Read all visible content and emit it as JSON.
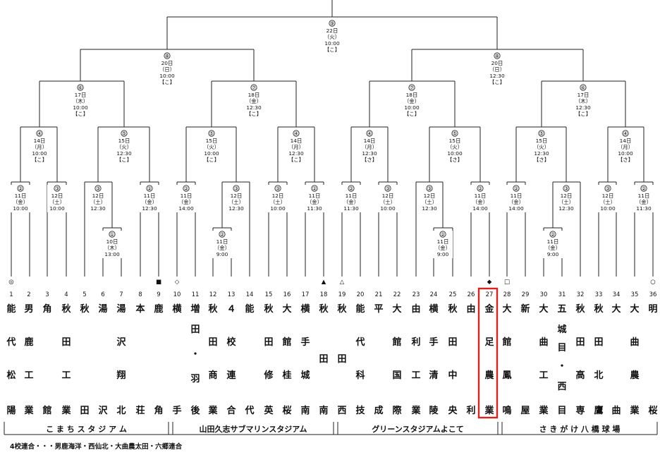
{
  "matches": [
    {
      "id": "f",
      "no": "⑨",
      "day": "22日",
      "wd": "（火）",
      "time": "10:00",
      "venue": "【こ】"
    },
    {
      "id": "sL",
      "no": "⑧",
      "day": "20日",
      "wd": "（日）",
      "time": "10:00",
      "venue": "【こ】"
    },
    {
      "id": "sR",
      "no": "⑧",
      "day": "20日",
      "wd": "（日）",
      "time": "12:30",
      "venue": "【こ】"
    },
    {
      "id": "q1",
      "no": "⑥",
      "day": "17日",
      "wd": "（木）",
      "time": "10:00",
      "venue": "【こ】"
    },
    {
      "id": "q2",
      "no": "⑦",
      "day": "18日",
      "wd": "（金）",
      "time": "12:30",
      "venue": "【こ】"
    },
    {
      "id": "q3",
      "no": "⑦",
      "day": "18日",
      "wd": "（金）",
      "time": "10:00",
      "venue": "【こ】"
    },
    {
      "id": "q4",
      "no": "⑥",
      "day": "17日",
      "wd": "（木）",
      "time": "12:30",
      "venue": "【こ】"
    },
    {
      "id": "r1",
      "no": "④",
      "day": "14日",
      "wd": "（月）",
      "time": "10:00",
      "venue": "【こ】"
    },
    {
      "id": "r2",
      "no": "⑤",
      "day": "15日",
      "wd": "（火）",
      "time": "12:30",
      "venue": "【こ】"
    },
    {
      "id": "r3",
      "no": "⑤",
      "day": "15日",
      "wd": "（火）",
      "time": "10:00",
      "venue": "【こ】"
    },
    {
      "id": "r4",
      "no": "④",
      "day": "14日",
      "wd": "（月）",
      "time": "12:30",
      "venue": "【こ】"
    },
    {
      "id": "r5",
      "no": "④",
      "day": "14日",
      "wd": "（月）",
      "time": "12:30",
      "venue": "【さ】"
    },
    {
      "id": "r6",
      "no": "⑤",
      "day": "15日",
      "wd": "（火）",
      "time": "10:00",
      "venue": "【さ】"
    },
    {
      "id": "r7",
      "no": "⑤",
      "day": "15日",
      "wd": "（火）",
      "time": "12:30",
      "venue": "【さ】"
    },
    {
      "id": "r8",
      "no": "④",
      "day": "14日",
      "wd": "（月）",
      "time": "10:00",
      "venue": "【さ】"
    },
    {
      "id": "a",
      "no": "②",
      "day": "11日",
      "wd": "（金）",
      "time": "10:00",
      "venue": ""
    },
    {
      "id": "b",
      "no": "③",
      "day": "12日",
      "wd": "（土）",
      "time": "10:00",
      "venue": ""
    },
    {
      "id": "c",
      "no": "③",
      "day": "12日",
      "wd": "（土）",
      "time": "12:30",
      "venue": ""
    },
    {
      "id": "d",
      "no": "①",
      "day": "10日",
      "wd": "（木）",
      "time": "13:00",
      "venue": ""
    },
    {
      "id": "e",
      "no": "②",
      "day": "11日",
      "wd": "（金）",
      "time": "12:30",
      "venue": ""
    },
    {
      "id": "g",
      "no": "②",
      "day": "11日",
      "wd": "（金）",
      "time": "14:00",
      "venue": ""
    },
    {
      "id": "h",
      "no": "③",
      "day": "12日",
      "wd": "（土）",
      "time": "12:30",
      "venue": ""
    },
    {
      "id": "i",
      "no": "②",
      "day": "11日",
      "wd": "（金）",
      "time": "9:00",
      "venue": ""
    },
    {
      "id": "j",
      "no": "③",
      "day": "12日",
      "wd": "（土）",
      "time": "10:00",
      "venue": ""
    },
    {
      "id": "k",
      "no": "②",
      "day": "11日",
      "wd": "（金）",
      "time": "11:30",
      "venue": ""
    },
    {
      "id": "l",
      "no": "②",
      "day": "11日",
      "wd": "（金）",
      "time": "11:30",
      "venue": ""
    },
    {
      "id": "m",
      "no": "③",
      "day": "12日",
      "wd": "（土）",
      "time": "10:00",
      "venue": ""
    },
    {
      "id": "n",
      "no": "③",
      "day": "12日",
      "wd": "（土）",
      "time": "12:30",
      "venue": ""
    },
    {
      "id": "o",
      "no": "②",
      "day": "11日",
      "wd": "（金）",
      "time": "9:00",
      "venue": ""
    },
    {
      "id": "p",
      "no": "②",
      "day": "11日",
      "wd": "（金）",
      "time": "14:00",
      "venue": ""
    },
    {
      "id": "q",
      "no": "②",
      "day": "11日",
      "wd": "（金）",
      "time": "14:00",
      "venue": ""
    },
    {
      "id": "s",
      "no": "③",
      "day": "12日",
      "wd": "（土）",
      "time": "12:30",
      "venue": ""
    },
    {
      "id": "t",
      "no": "②",
      "day": "11日",
      "wd": "（金）",
      "time": "9:00",
      "venue": ""
    },
    {
      "id": "u",
      "no": "③",
      "day": "12日",
      "wd": "（土）",
      "time": "10:00",
      "venue": ""
    },
    {
      "id": "v",
      "no": "②",
      "day": "11日",
      "wd": "（金）",
      "time": "11:30",
      "venue": ""
    }
  ],
  "seed_marks": [
    "◎",
    "■",
    "◇",
    "▲",
    "△",
    "◆",
    "□",
    "○"
  ],
  "teams": [
    {
      "no": "1",
      "name": [
        "能",
        "代",
        "松",
        "陽"
      ]
    },
    {
      "no": "2",
      "name": [
        "男",
        "鹿",
        "工",
        "業"
      ]
    },
    {
      "no": "3",
      "name": [
        "角",
        "",
        "",
        "館"
      ]
    },
    {
      "no": "4",
      "name": [
        "秋",
        "田",
        "工",
        "業"
      ]
    },
    {
      "no": "5",
      "name": [
        "秋",
        "",
        "",
        "田"
      ]
    },
    {
      "no": "6",
      "name": [
        "湯",
        "",
        "",
        "沢"
      ]
    },
    {
      "no": "7",
      "name": [
        "湯",
        "沢",
        "翔",
        "北"
      ]
    },
    {
      "no": "8",
      "name": [
        "本",
        "",
        "",
        "荘"
      ]
    },
    {
      "no": "9",
      "name": [
        "鹿",
        "",
        "",
        "角"
      ]
    },
    {
      "no": "10",
      "name": [
        "横",
        "",
        "",
        "手"
      ]
    },
    {
      "no": "11",
      "name": [
        "増",
        "田",
        "・",
        "羽",
        "後"
      ]
    },
    {
      "no": "12",
      "name": [
        "秋",
        "田",
        "商",
        "業"
      ]
    },
    {
      "no": "13",
      "name": [
        "４",
        "校",
        "連",
        "合"
      ]
    },
    {
      "no": "14",
      "name": [
        "能",
        "",
        "",
        "代"
      ]
    },
    {
      "no": "15",
      "name": [
        "秋",
        "田",
        "修",
        "英"
      ]
    },
    {
      "no": "16",
      "name": [
        "大",
        "館",
        "桂",
        "桜"
      ]
    },
    {
      "no": "17",
      "name": [
        "横",
        "手",
        "城",
        "南"
      ]
    },
    {
      "no": "18",
      "name": [
        "秋",
        "",
        "田",
        "南"
      ]
    },
    {
      "no": "19",
      "name": [
        "秋",
        "",
        "田",
        "西"
      ]
    },
    {
      "no": "20",
      "name": [
        "能",
        "代",
        "科",
        "技"
      ]
    },
    {
      "no": "21",
      "name": [
        "平",
        "",
        "",
        "成"
      ]
    },
    {
      "no": "22",
      "name": [
        "大",
        "館",
        "国",
        "際"
      ]
    },
    {
      "no": "23",
      "name": [
        "由",
        "利",
        "工",
        "業"
      ]
    },
    {
      "no": "24",
      "name": [
        "横",
        "手",
        "清",
        "陵"
      ]
    },
    {
      "no": "25",
      "name": [
        "秋",
        "田",
        "中",
        "央"
      ]
    },
    {
      "no": "26",
      "name": [
        "由",
        "",
        "",
        "利"
      ]
    },
    {
      "no": "27",
      "name": [
        "金",
        "足",
        "農",
        "業"
      ]
    },
    {
      "no": "28",
      "name": [
        "大",
        "館",
        "鳳",
        "鳴"
      ]
    },
    {
      "no": "29",
      "name": [
        "新",
        "",
        "",
        "屋"
      ]
    },
    {
      "no": "30",
      "name": [
        "大",
        "曲",
        "工",
        "業"
      ]
    },
    {
      "no": "31",
      "name": [
        "五",
        "城",
        "目",
        "・",
        "西",
        "目"
      ]
    },
    {
      "no": "32",
      "name": [
        "秋",
        "田",
        "高",
        "専"
      ]
    },
    {
      "no": "33",
      "name": [
        "秋",
        "田",
        "北",
        "鷹"
      ]
    },
    {
      "no": "34",
      "name": [
        "大",
        "",
        "",
        "曲"
      ]
    },
    {
      "no": "35",
      "name": [
        "大",
        "曲",
        "農",
        "業"
      ]
    },
    {
      "no": "36",
      "name": [
        "明",
        "",
        "",
        "桜"
      ]
    }
  ],
  "venues": [
    "こ ま ち ス タ ジ ア ム",
    "山田久志サブマリンスタジアム",
    "グリーンスタジアムよこて",
    "さ き が け 八 橋 球 場"
  ],
  "footnote": "4校連合・・・男鹿海洋・西仙北・大曲農太田・六郷連合",
  "highlight_team": "27",
  "highlight_color": "#e0201c"
}
